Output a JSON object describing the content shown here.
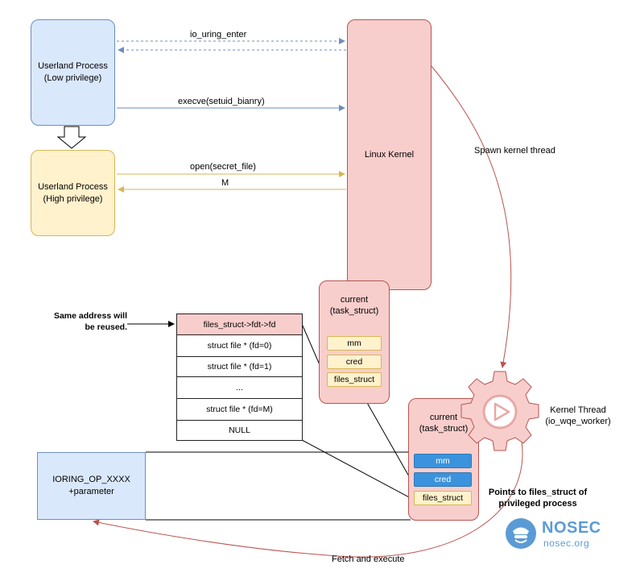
{
  "processes": {
    "low": "Userland Process\n(Low privilege)",
    "high": "Userland Process\n(High privilege)"
  },
  "kernel": {
    "label": "Linux Kernel"
  },
  "calls": {
    "io_uring_enter": "io_uring_enter",
    "execve": "execve(setuid_bianry)",
    "open": "open(secret_file)",
    "ret": "M"
  },
  "spawn_label": "Spawn kernel thread",
  "task1": {
    "title": "current\n(task_struct)",
    "fields": [
      "mm",
      "cred",
      "files_struct"
    ]
  },
  "task2": {
    "title": "current\n(task_struct)",
    "fields": [
      "mm",
      "cred",
      "files_struct"
    ]
  },
  "fdtable": {
    "header": "files_struct->fdt->fd",
    "rows": [
      "struct file * (fd=0)",
      "struct file * (fd=1)",
      "...",
      "struct file * (fd=M)",
      "NULL"
    ]
  },
  "note_reuse": "Same address will\nbe reused.",
  "ioring": {
    "label": "IORING_OP_XXXX\n+parameter"
  },
  "kernel_thread": "Kernel Thread\n(io_wqe_worker)",
  "points_to": "Points to files_struct of\nprivileged process",
  "fetch_label": "Fetch and execute",
  "brand": {
    "name": "NOSEC",
    "domain": "nosec.org",
    "color": "#5b9bd5"
  },
  "colors": {
    "blue_fill": "#dae8fc",
    "blue_stroke": "#6c8ebf",
    "yellow_fill": "#fff2cc",
    "yellow_stroke": "#d6b656",
    "red_fill": "#f8cecc",
    "red_stroke": "#b85450",
    "field_blue": "#3b93dd"
  }
}
